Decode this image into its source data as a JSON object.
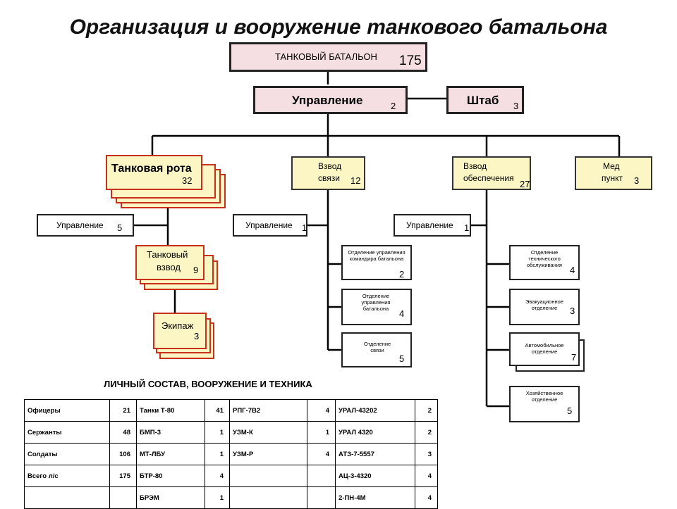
{
  "title": "Организация и вооружение танкового батальона",
  "org": {
    "battalion": {
      "label": "ТАНКОВЫЙ БАТАЛЬОН",
      "count": "175"
    },
    "command": {
      "label": "Управление",
      "count": "2"
    },
    "staff": {
      "label": "Штаб",
      "count": "3"
    },
    "tank_company": {
      "label": "Танковая рота",
      "count": "32"
    },
    "company_command": {
      "label": "Управление",
      "count": "5"
    },
    "tank_platoon": {
      "label1": "Танковый",
      "label2": "взвод",
      "count": "9"
    },
    "crew": {
      "label": "Экипаж",
      "count": "3"
    },
    "signal_platoon": {
      "label1": "Взвод",
      "label2": "связи",
      "count": "12"
    },
    "signal_command": {
      "label": "Управление",
      "count": "1"
    },
    "signal_units": [
      {
        "label": "Отделение управления командира батальона",
        "count": "2"
      },
      {
        "label": "Отделение управления батальона",
        "count": "4"
      },
      {
        "label": "Отделение связи",
        "count": "5"
      }
    ],
    "support_platoon": {
      "label1": "Взвод",
      "label2": "обеспечения",
      "count": "27"
    },
    "support_command": {
      "label": "Управление",
      "count": "1"
    },
    "support_units": [
      {
        "label": "Отделение технического обслуживания",
        "count": "4"
      },
      {
        "label": "Эвакуационное отделение",
        "count": "3"
      },
      {
        "label": "Автомобильное отделение",
        "count": "7"
      },
      {
        "label": "Хозяйственное отделение",
        "count": "5"
      }
    ],
    "medical": {
      "label1": "Мед",
      "label2": "пункт",
      "count": "3"
    }
  },
  "table": {
    "title": "ЛИЧНЫЙ СОСТАВ, ВООРУЖЕНИЕ И ТЕХНИКА",
    "rows": [
      [
        "Офицеры",
        "21",
        "Танки Т-80",
        "41",
        "РПГ-7В2",
        "4",
        "УРАЛ-43202",
        "2"
      ],
      [
        "Сержанты",
        "48",
        "БМП-3",
        "1",
        "УЗМ-К",
        "1",
        "УРАЛ 4320",
        "2"
      ],
      [
        "Солдаты",
        "106",
        "МТ-ЛБУ",
        "1",
        "УЗМ-Р",
        "4",
        "АТЗ-7-5557",
        "3"
      ],
      [
        "Всего л/с",
        "175",
        "БТР-80",
        "4",
        "",
        "",
        "АЦ-3-4320",
        "4"
      ],
      [
        "",
        "",
        "БРЭМ",
        "1",
        "",
        "",
        "2-ПН-4М",
        "4"
      ]
    ]
  }
}
